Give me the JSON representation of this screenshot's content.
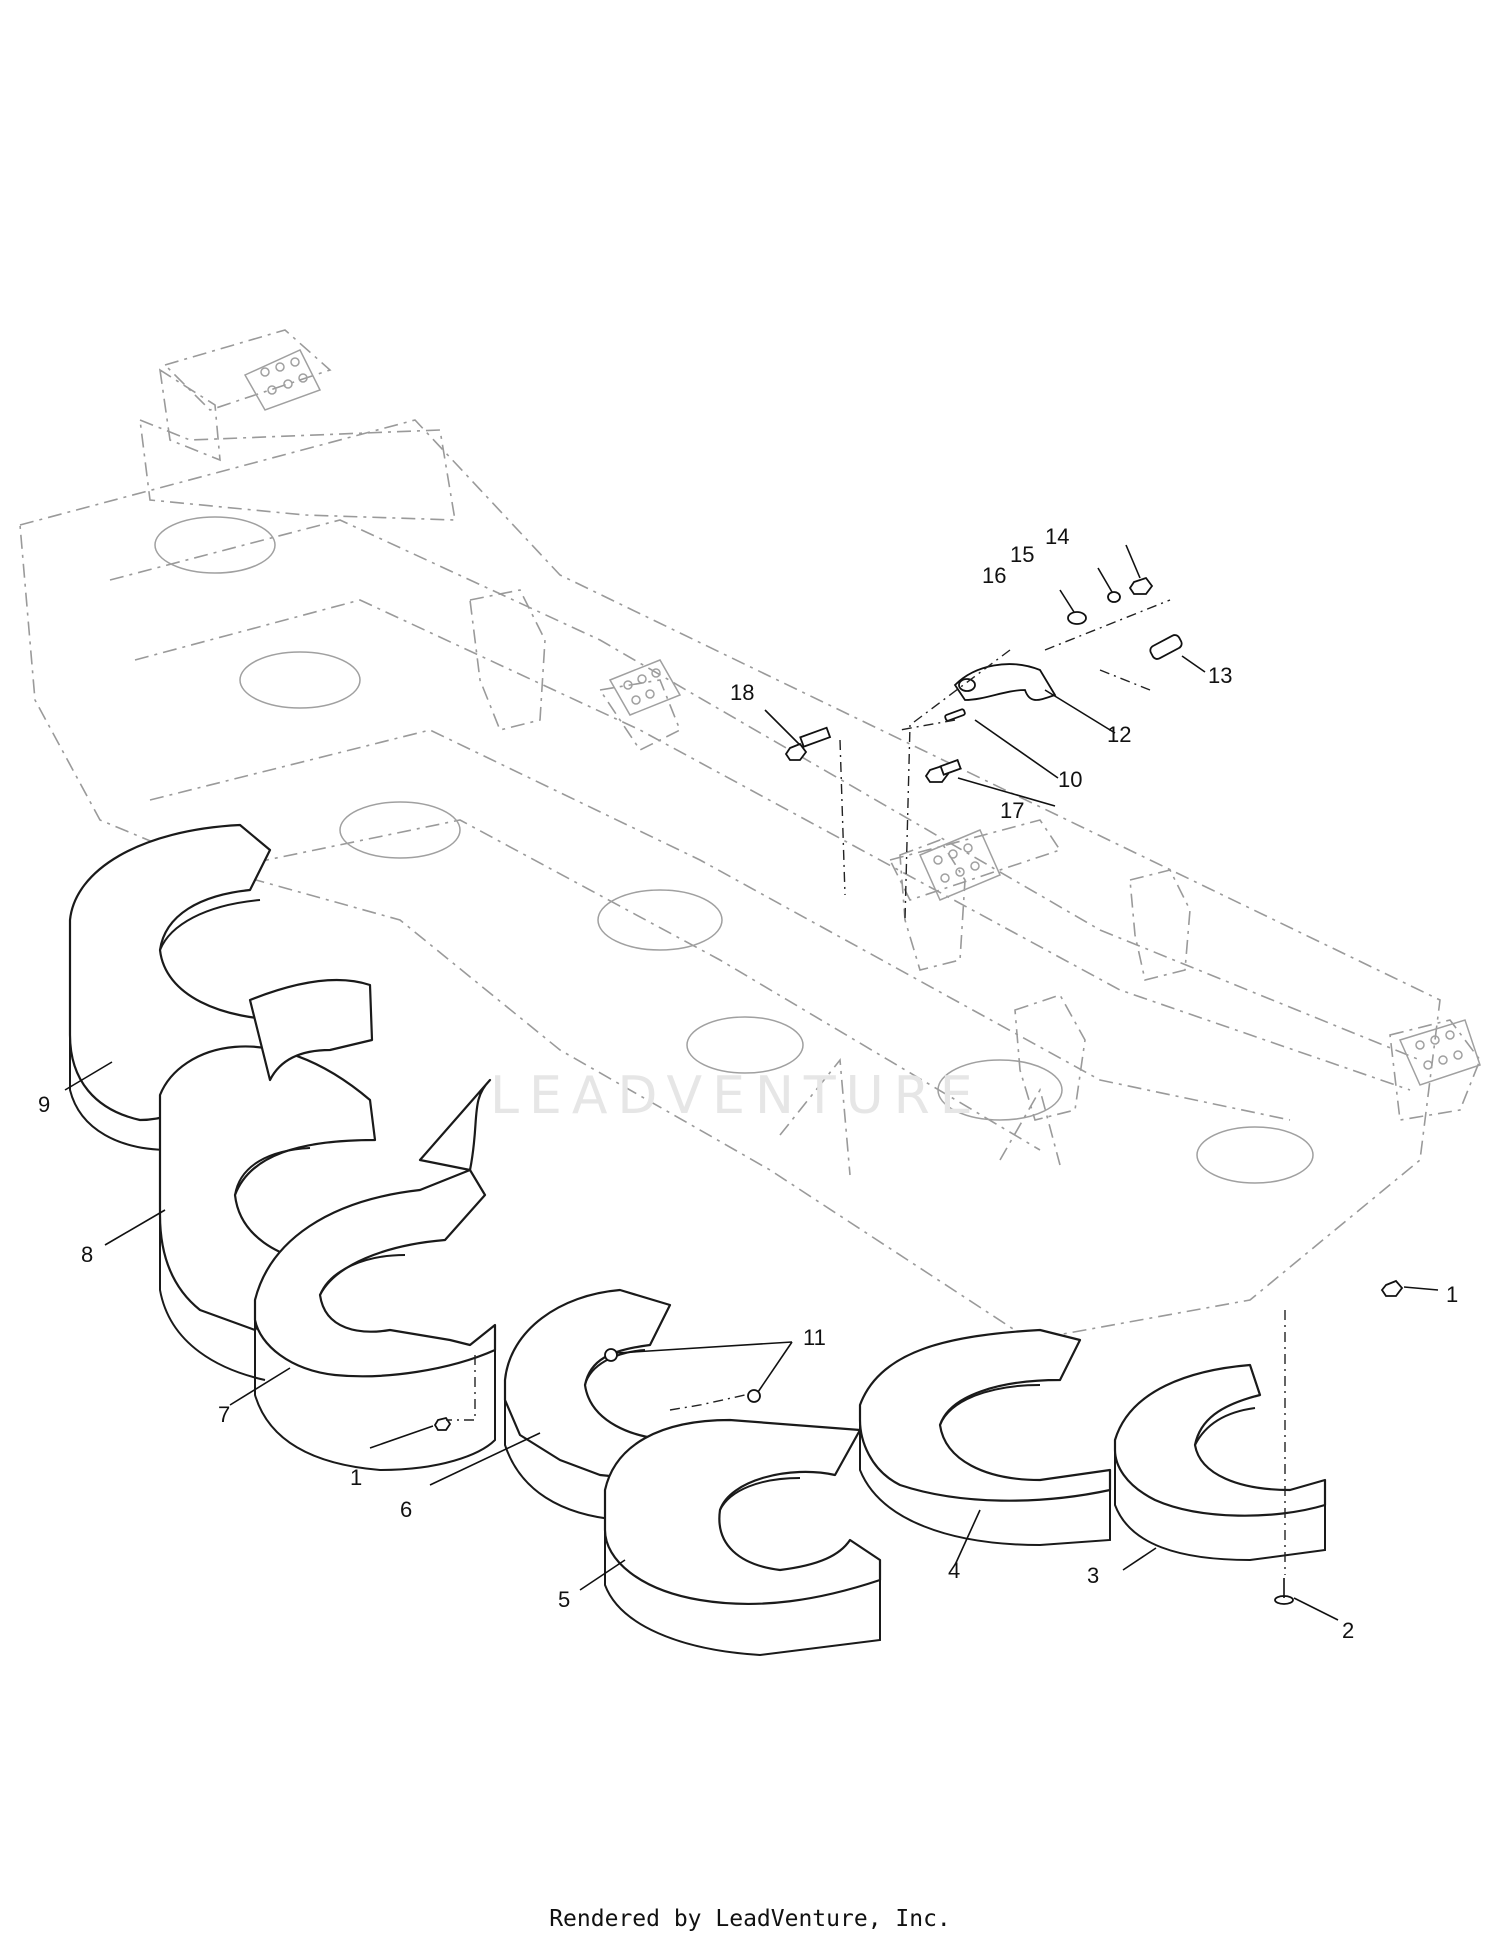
{
  "callouts": [
    {
      "id": "c1a",
      "label": "1"
    },
    {
      "id": "c1b",
      "label": "1"
    },
    {
      "id": "c2",
      "label": "2"
    },
    {
      "id": "c3",
      "label": "3"
    },
    {
      "id": "c4",
      "label": "4"
    },
    {
      "id": "c5",
      "label": "5"
    },
    {
      "id": "c6",
      "label": "6"
    },
    {
      "id": "c7",
      "label": "7"
    },
    {
      "id": "c8",
      "label": "8"
    },
    {
      "id": "c9",
      "label": "9"
    },
    {
      "id": "c10",
      "label": "10"
    },
    {
      "id": "c11",
      "label": "11"
    },
    {
      "id": "c12",
      "label": "12"
    },
    {
      "id": "c13",
      "label": "13"
    },
    {
      "id": "c14",
      "label": "14"
    },
    {
      "id": "c15",
      "label": "15"
    },
    {
      "id": "c16",
      "label": "16"
    },
    {
      "id": "c17",
      "label": "17"
    },
    {
      "id": "c18",
      "label": "18"
    }
  ],
  "watermark": "LEADVENTURE",
  "footer": "Rendered by LeadVenture, Inc."
}
